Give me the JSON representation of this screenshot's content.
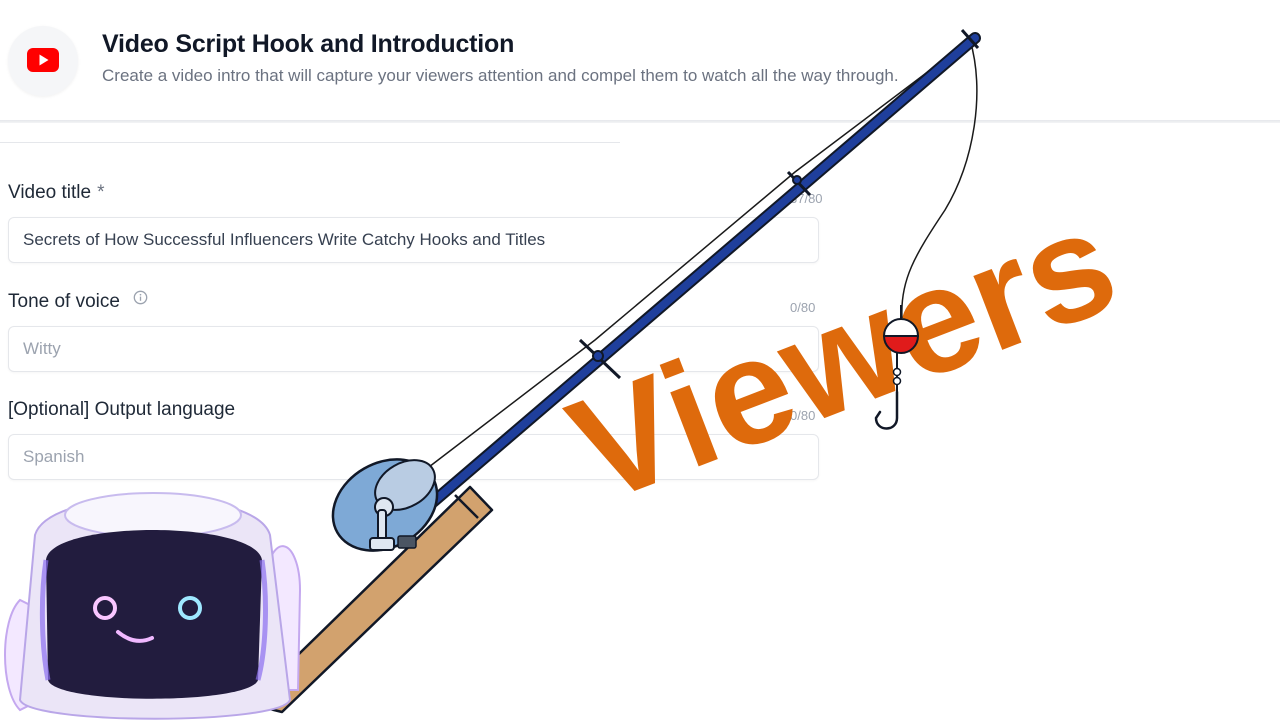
{
  "header": {
    "title": "Video Script Hook and Introduction",
    "subtitle": "Create a video intro that will capture your viewers attention and compel them to watch all the way through.",
    "logo_icon": "youtube-play-icon",
    "logo_color": "#ff0000"
  },
  "form": {
    "fields": [
      {
        "label": "Video title",
        "required_mark": "*",
        "value": "Secrets of How Successful Influencers Write Catchy Hooks and Titles",
        "placeholder": "",
        "char_count": "67/80"
      },
      {
        "label": "Tone of voice",
        "info_icon": "info-circle-icon",
        "value": "",
        "placeholder": "Witty",
        "char_count": "0/80"
      },
      {
        "label": "[Optional] Output language",
        "value": "",
        "placeholder": "Spanish",
        "char_count": "0/80"
      }
    ]
  },
  "overlay": {
    "word": "Viewers",
    "word_color": "#de6a0c",
    "rod_color": "#1f3f9c",
    "handle_color": "#d2a26e",
    "reel_color": "#7ea9d6",
    "bobber_color": "#e01b1b",
    "mascot": "robot-mascot-icon"
  }
}
